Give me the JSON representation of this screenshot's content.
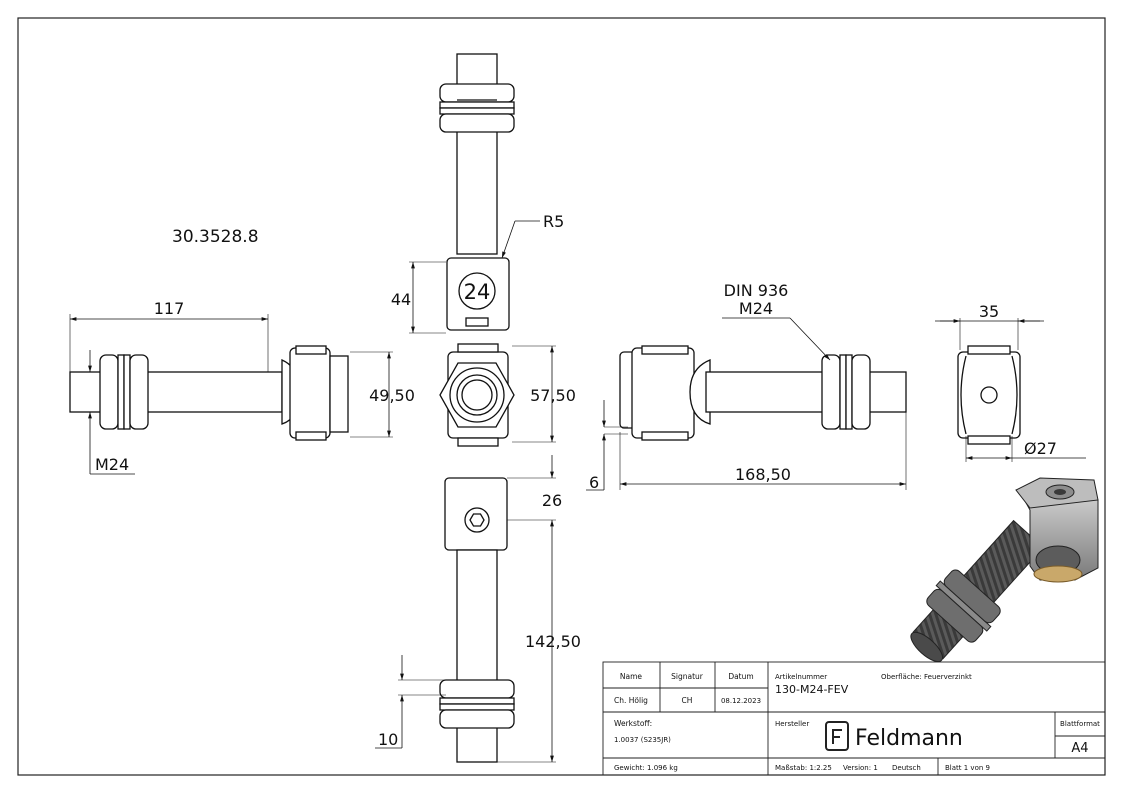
{
  "part_code": "30.3528.8",
  "dimensions": {
    "r5": "R5",
    "d117": "117",
    "m24_left": "M24",
    "d44": "44",
    "d49_50": "49,50",
    "d57_50": "57,50",
    "din936": "DIN 936",
    "din_m24": "M24",
    "d6": "6",
    "d168_50": "168,50",
    "d35": "35",
    "d27": "Ø27",
    "d26": "26",
    "d142_50": "142,50",
    "d10": "10",
    "nut_mark": "24"
  },
  "title_block": {
    "name_header": "Name",
    "signatur_header": "Signatur",
    "datum_header": "Datum",
    "name_value": "Ch. Hölig",
    "signatur_value": "CH",
    "datum_value": "08.12.2023",
    "artikelnummer_label": "Artikelnummer",
    "artikelnummer_value": "130-M24-FEV",
    "oberflaeche": "Oberfläche:  Feuerverzinkt",
    "werkstoff_label": "Werkstoff:",
    "werkstoff_value": "1.0037 (S235JR)",
    "hersteller_label": "Hersteller",
    "brand": "Feldmann",
    "blattformat_label": "Blattformat",
    "blattformat_value": "A4",
    "gewicht": "Gewicht: 1.096 kg",
    "massstab": "Maßstab: 1:2.25",
    "version": "Version: 1",
    "sprache": "Deutsch",
    "blatt": "Blatt 1 von 9"
  }
}
